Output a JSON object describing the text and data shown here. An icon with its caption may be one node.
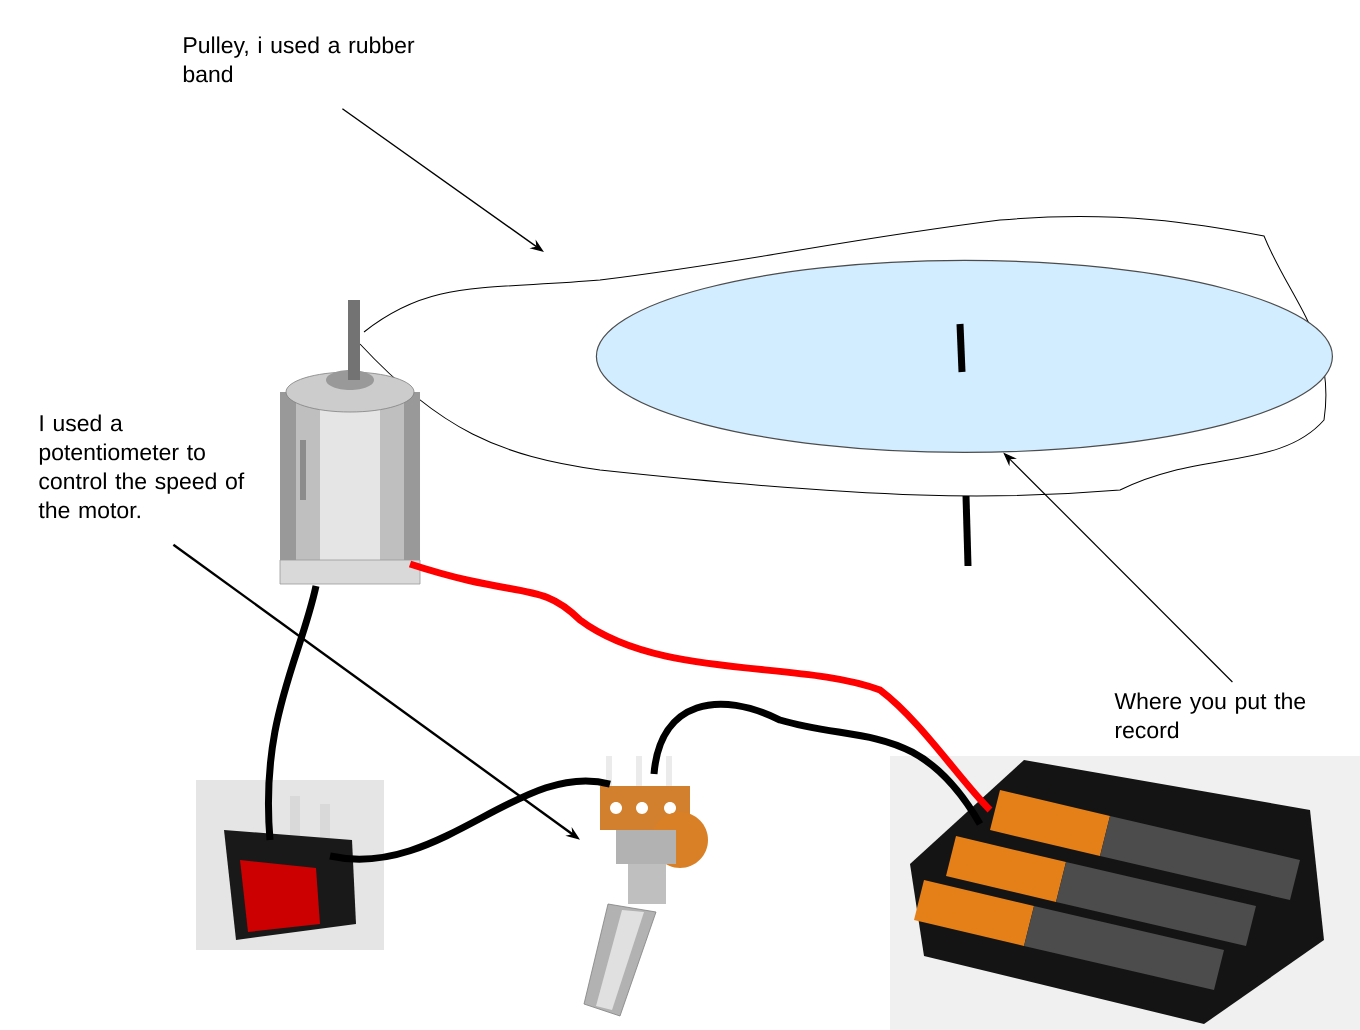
{
  "diagram": {
    "nodes": [
      {
        "text": [
          "Pulley, i used a rubber band"
        ]
      },
      {
        "text": [],
        "shape": "band"
      },
      {
        "text": [],
        "shape": "ellipse",
        "in": 1
      },
      {
        "text": [],
        "shape": "picture"
      },
      {
        "text": [
          "I used a potentiometer to control the speed of the motor."
        ]
      },
      {
        "text": [],
        "shape": "picture"
      },
      {
        "text": [],
        "shape": "picture"
      },
      {
        "text": [],
        "shape": "picture"
      },
      {
        "text": [
          "Where you put the record"
        ]
      }
    ],
    "edges": [
      {
        "from": 0,
        "to": 1,
        "arrow": "to"
      },
      {
        "from": 4,
        "to": 5,
        "arrow": "to"
      },
      {
        "from": 8,
        "to": 2,
        "arrow": "to"
      },
      {
        "from": 3,
        "to": 6,
        "arrow": "none"
      },
      {
        "from": 3,
        "to": 7,
        "arrow": "none",
        "color": "#ff0000"
      },
      {
        "from": 6,
        "to": 5,
        "arrow": "none"
      },
      {
        "from": 5,
        "to": 7,
        "arrow": "none"
      }
    ]
  }
}
